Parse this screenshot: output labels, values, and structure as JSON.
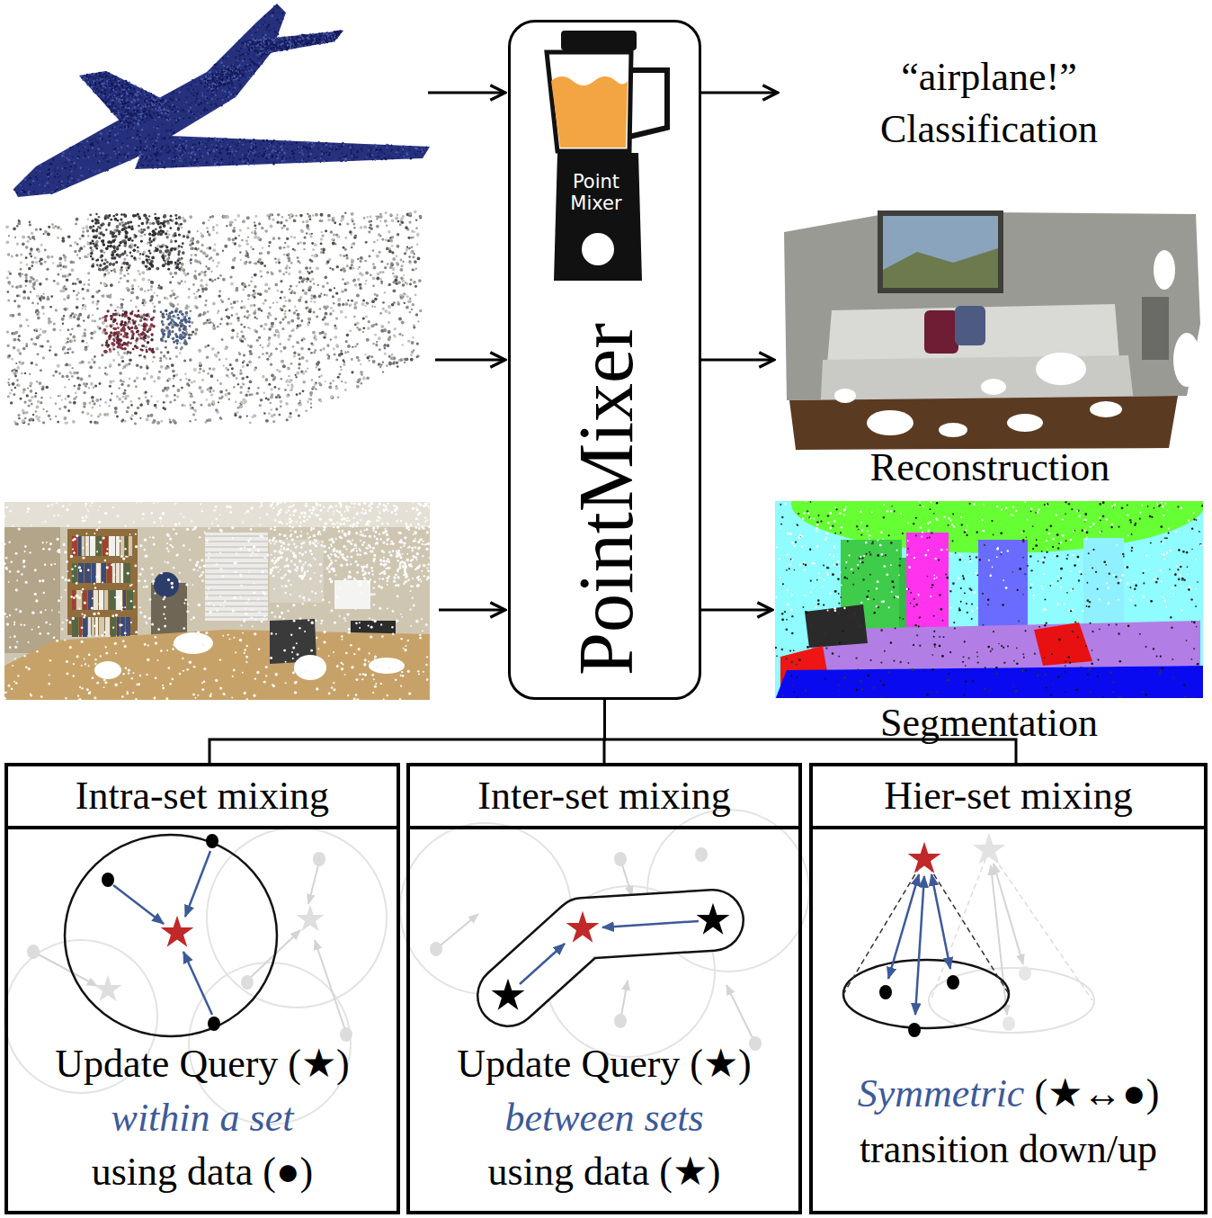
{
  "diagram": {
    "nodes": [
      {
        "text": [
          "Point Mixer",
          "PointMixer"
        ]
      },
      {
        "text": [
          "“airplane!”",
          "Classification"
        ]
      },
      {
        "text": [
          "Reconstruction"
        ]
      },
      {
        "text": [
          "Segmentation"
        ]
      },
      {
        "text": [
          "Intra-set mixing",
          "Update Query (★)",
          "within a set",
          "using data (●)"
        ]
      },
      {
        "text": [
          "Inter-set mixing",
          "Update Query (★)",
          "between sets",
          "using data (★)"
        ]
      },
      {
        "text": [
          "Hier-set mixing",
          "Symmetric",
          "(★↔●)",
          "transition down/up"
        ]
      }
    ],
    "edges": [
      {
        "from": 0,
        "to": 1,
        "arrow": "to"
      },
      {
        "from": 0,
        "to": 2,
        "arrow": "to"
      },
      {
        "from": 0,
        "to": 3,
        "arrow": "to"
      },
      {
        "from": 0,
        "to": 4,
        "arrow": "none"
      },
      {
        "from": 0,
        "to": 5,
        "arrow": "none"
      },
      {
        "from": 0,
        "to": 6,
        "arrow": "none"
      }
    ]
  }
}
